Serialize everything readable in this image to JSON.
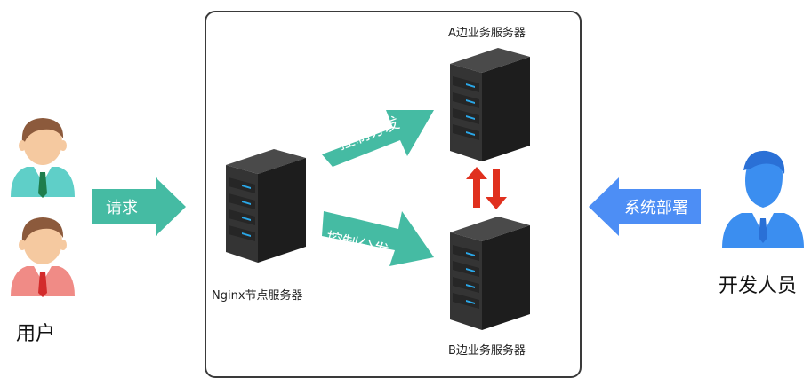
{
  "labels": {
    "server_a": "A边业务服务器",
    "server_b": "B边业务服务器",
    "nginx_server": "Nginx节点服务器",
    "users": "用户",
    "developer": "开发人员"
  },
  "arrows": {
    "request": "请求",
    "dispatch_top": "控制分发",
    "dispatch_bottom": "控制分发",
    "deploy": "系统部署"
  },
  "colors": {
    "teal_arrow": "#45bba3",
    "blue_arrow": "#4d8ef5",
    "sync_arrow": "#e0301e",
    "server_body": "#2e2e2e",
    "server_led": "#2aa7e8",
    "developer_icon": "#3b8ef0",
    "user_green_shirt": "#5fcfc8",
    "user_red_shirt": "#f08b86"
  },
  "icons": {
    "users": [
      "user-green-icon",
      "user-red-icon"
    ],
    "developer": "developer-icon",
    "servers": [
      "server-a-icon",
      "server-b-icon",
      "nginx-server-icon"
    ],
    "sync": "sync-arrows-icon"
  }
}
